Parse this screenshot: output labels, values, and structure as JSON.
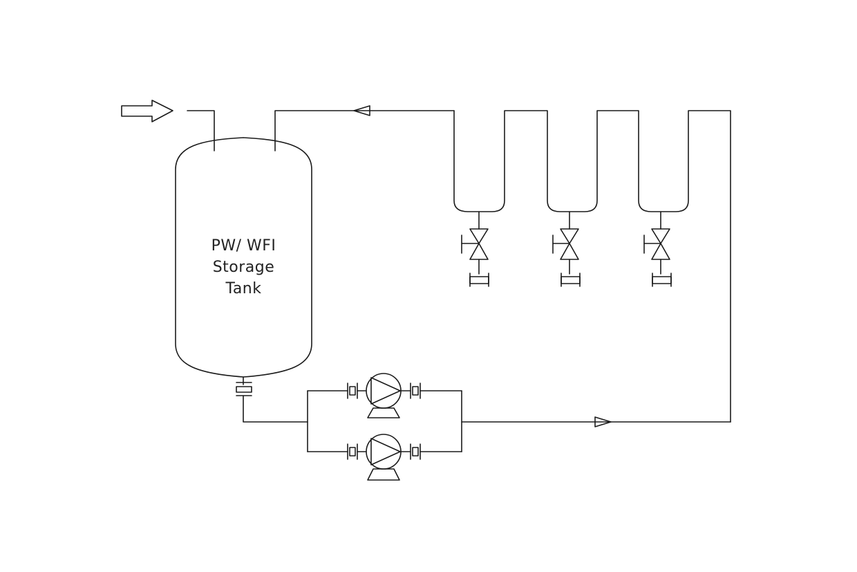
{
  "diagram": {
    "tank_label": {
      "line1": "PW/  WFI",
      "line2": "Storage",
      "line3": "Tank"
    },
    "colors": {
      "stroke": "#1a1a1a",
      "background": "#ffffff"
    },
    "icons": [
      "inlet-arrow-icon",
      "flow-direction-icon",
      "valve-icon",
      "pump-icon"
    ]
  }
}
